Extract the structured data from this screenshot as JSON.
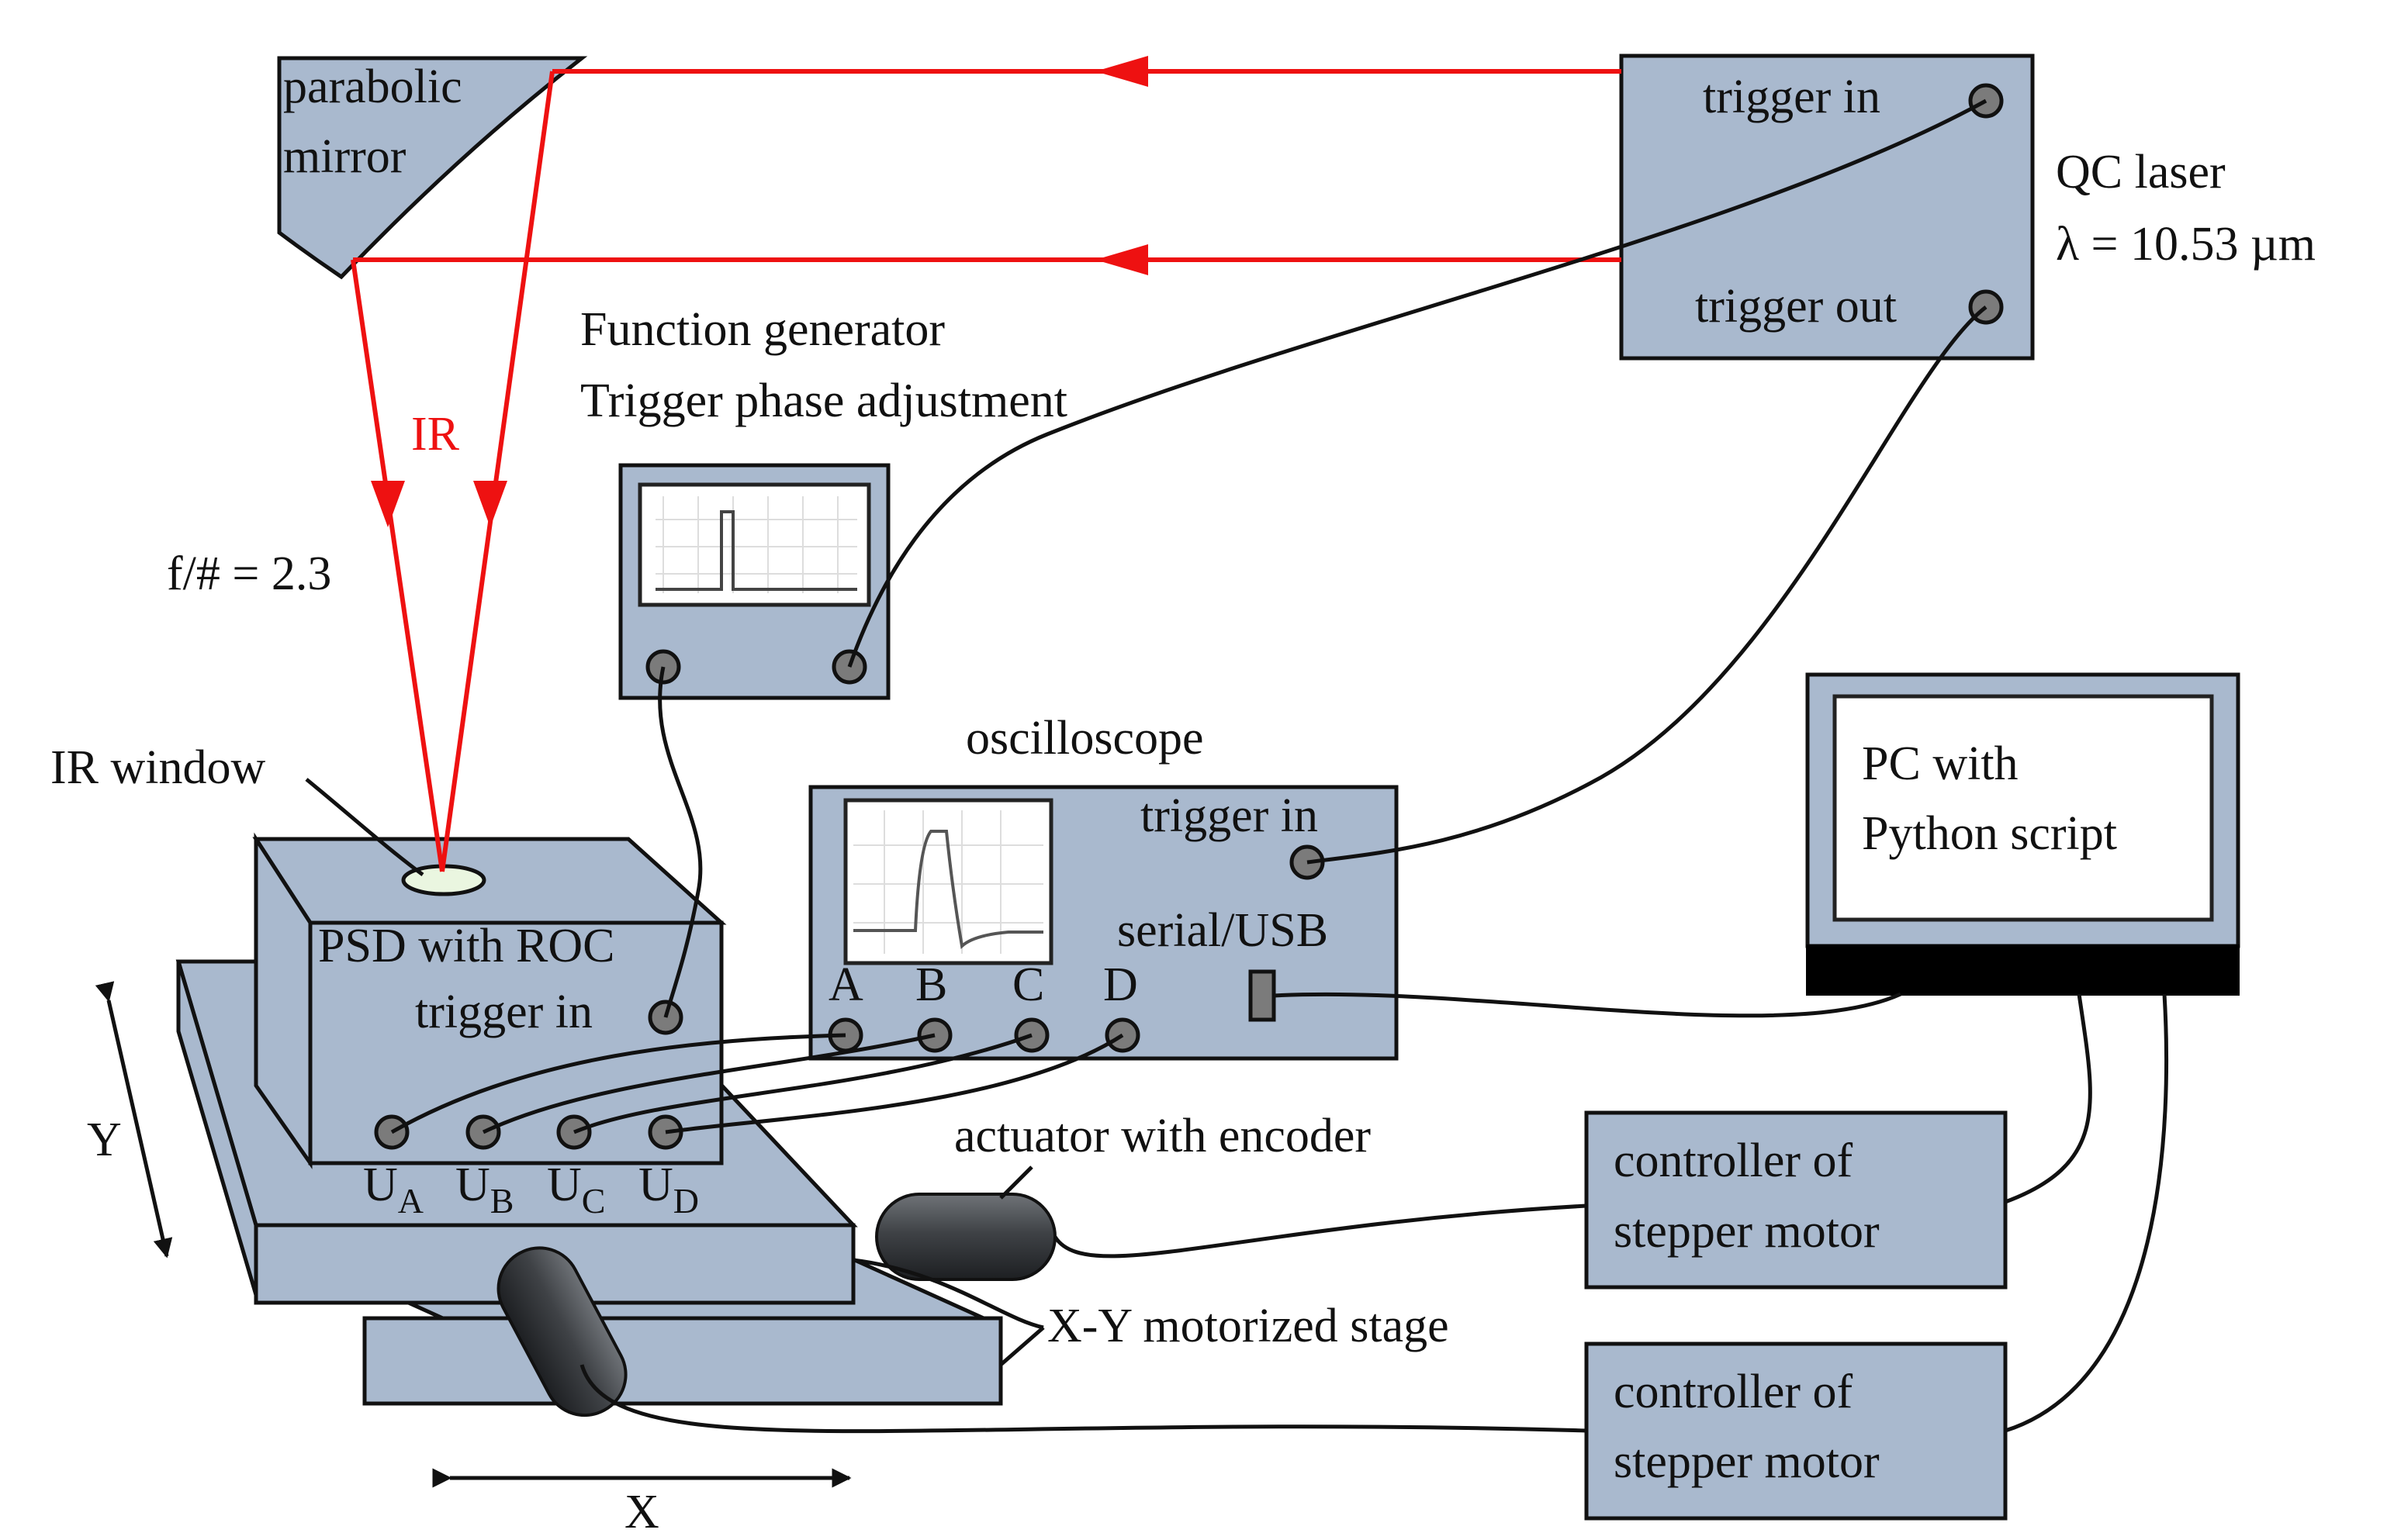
{
  "diagram": {
    "mirror": {
      "line1": "parabolic",
      "line2": "mirror"
    },
    "laser": {
      "trigger_in": "trigger  in",
      "trigger_out": "trigger  out",
      "title": "QC laser",
      "wavelength": "λ = 10.53  µm"
    },
    "beam": {
      "ir_label": "IR",
      "fnumber": "f/# = 2.3"
    },
    "function_generator": {
      "line1": "Function generator",
      "line2": "Trigger  phase adjustment"
    },
    "oscilloscope": {
      "title": "oscilloscope",
      "trigger_in": "trigger  in",
      "serial": "serial/USB",
      "channels": [
        "A",
        "B",
        "C",
        "D"
      ]
    },
    "pc": {
      "line1": "PC with",
      "line2": "Python script"
    },
    "psd": {
      "ir_window": "IR window",
      "title": "PSD with  ROC",
      "trigger_in": "trigger  in",
      "outputs": [
        {
          "main": "U",
          "sub": "A"
        },
        {
          "main": "U",
          "sub": "B"
        },
        {
          "main": "U",
          "sub": "C"
        },
        {
          "main": "U",
          "sub": "D"
        }
      ]
    },
    "actuator": "actuator with  encoder",
    "controller1": {
      "line1": "controller  of",
      "line2": "stepper motor"
    },
    "controller2": {
      "line1": "controller  of",
      "line2": "stepper motor"
    },
    "stage": "X-Y  motorized stage",
    "axis_y": "Y",
    "axis_x": "X",
    "colors": {
      "beam": "#ee1111",
      "device": "#a9b9ce",
      "wire": "#111111"
    }
  }
}
